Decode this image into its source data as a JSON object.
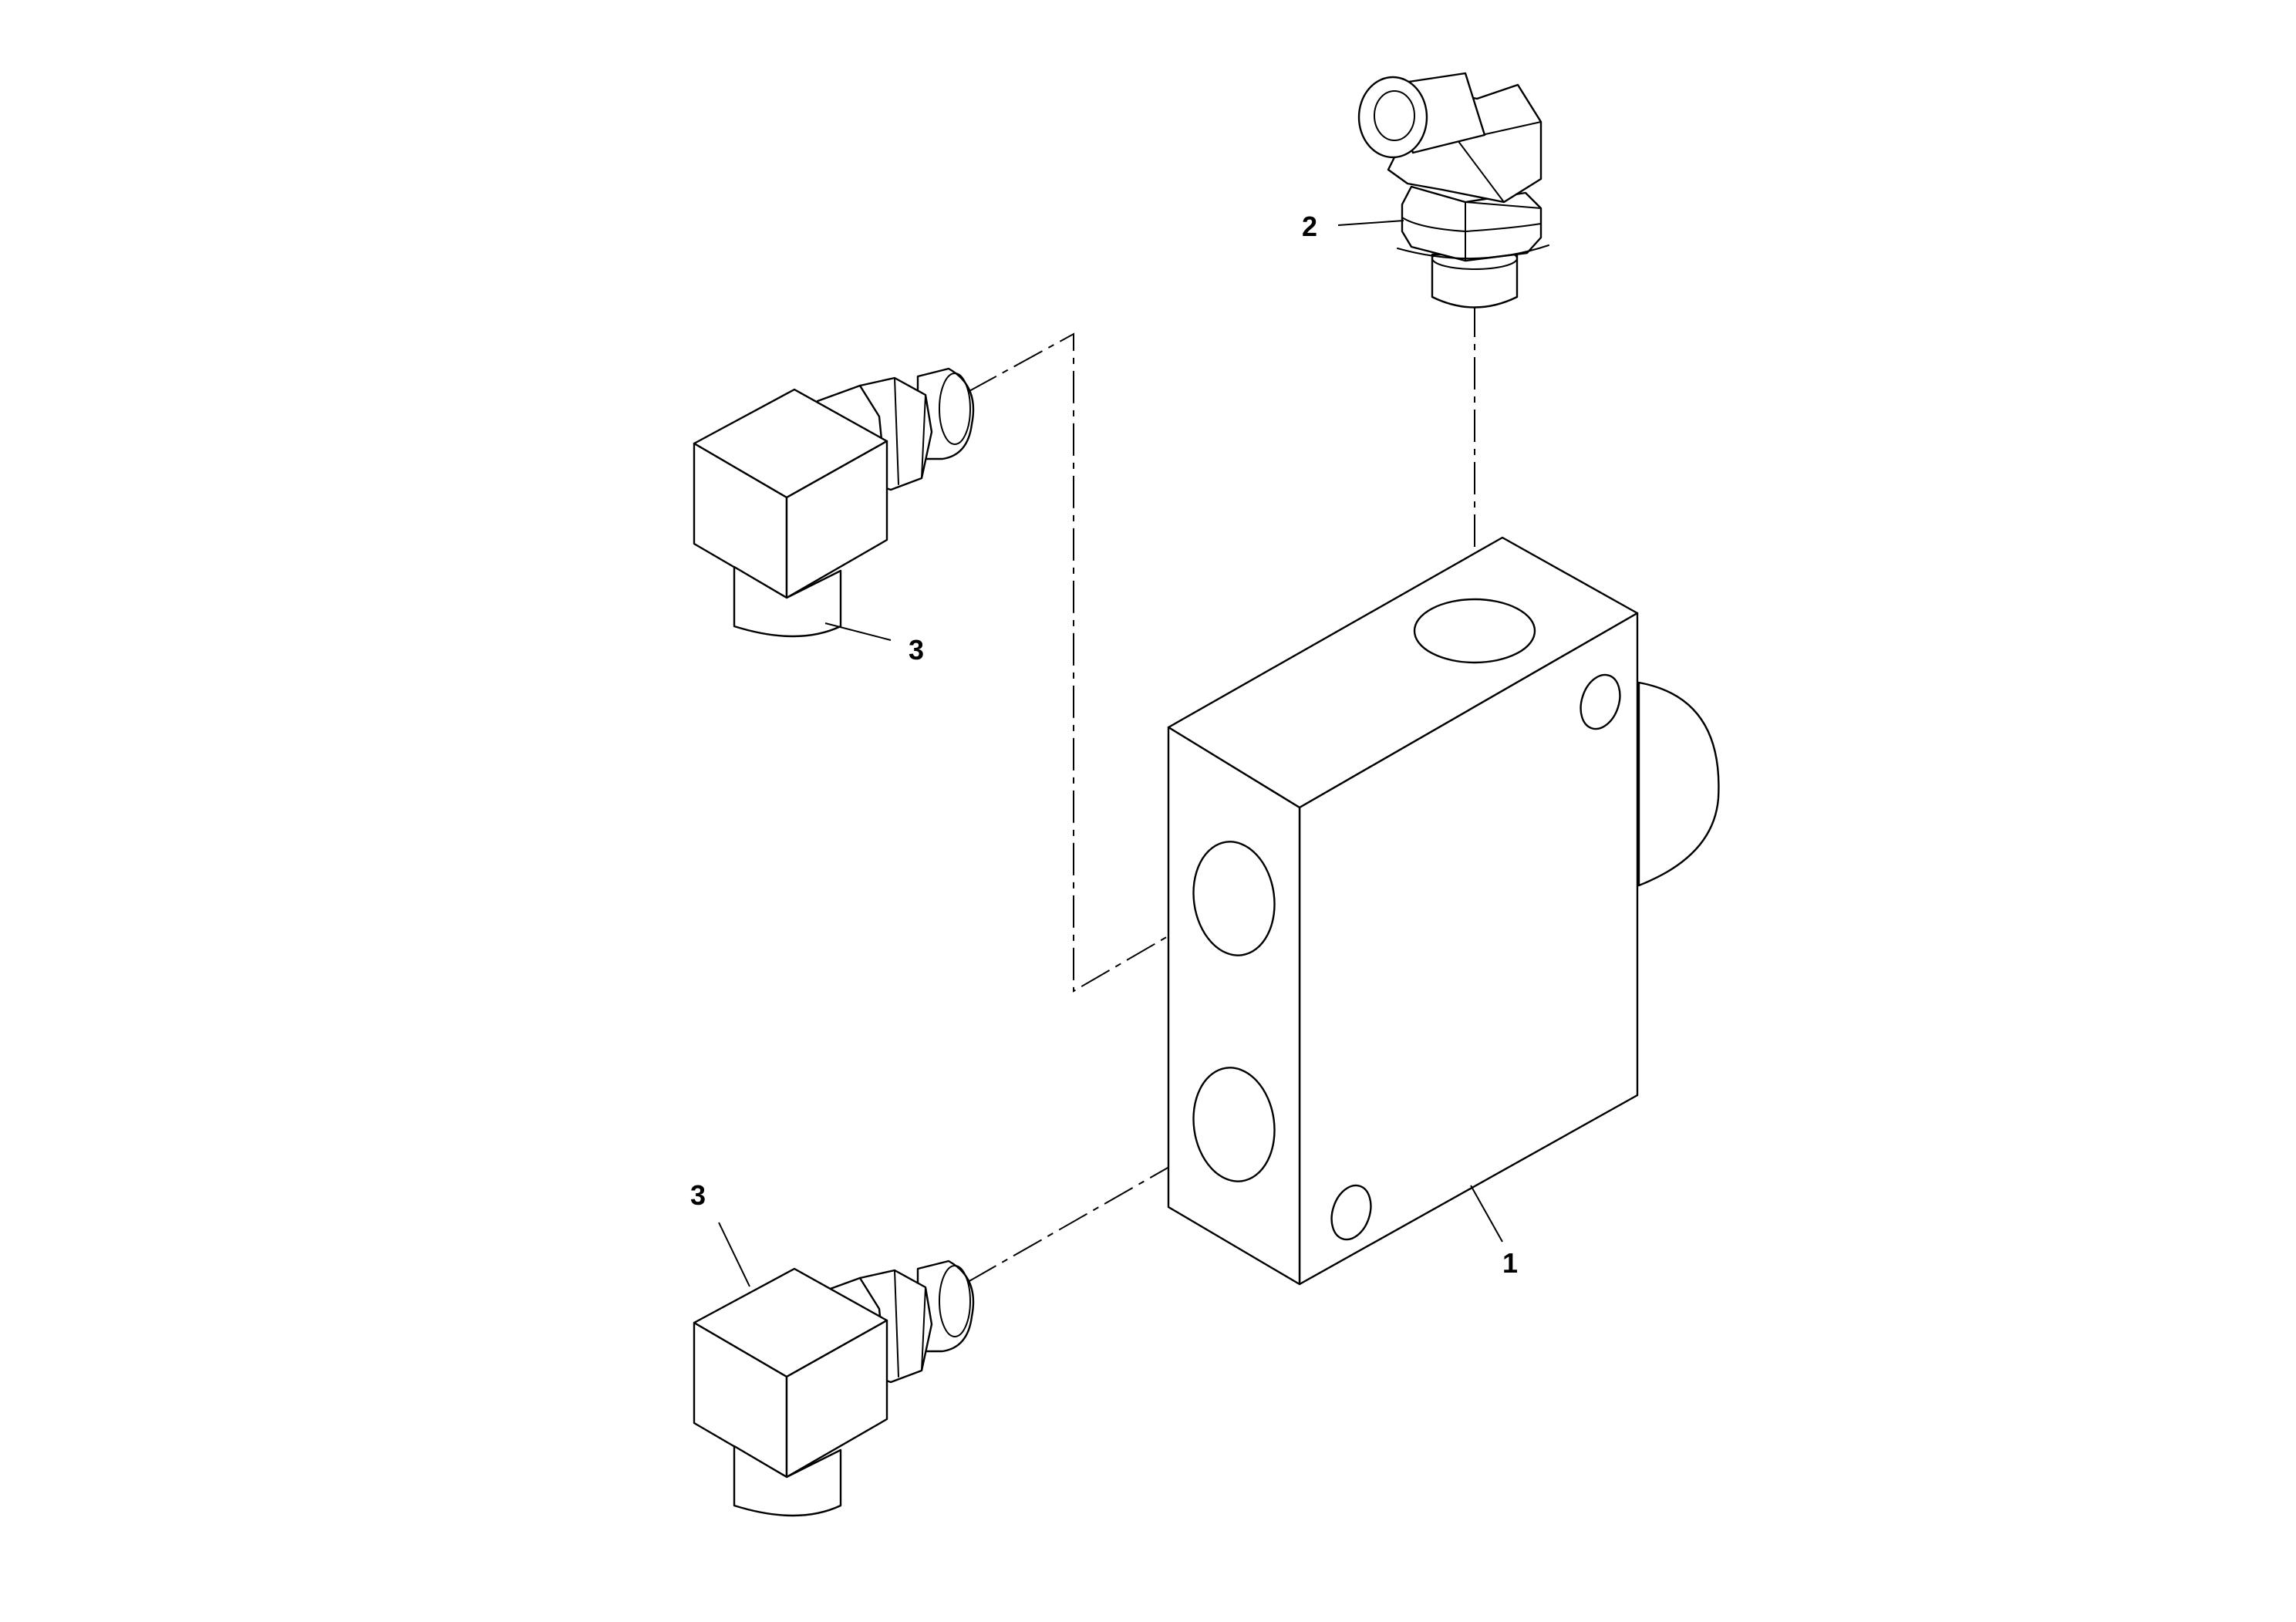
{
  "callouts": {
    "valve_block": "1",
    "elbow_fitting": "2",
    "connector_upper": "3",
    "connector_lower": "3"
  }
}
